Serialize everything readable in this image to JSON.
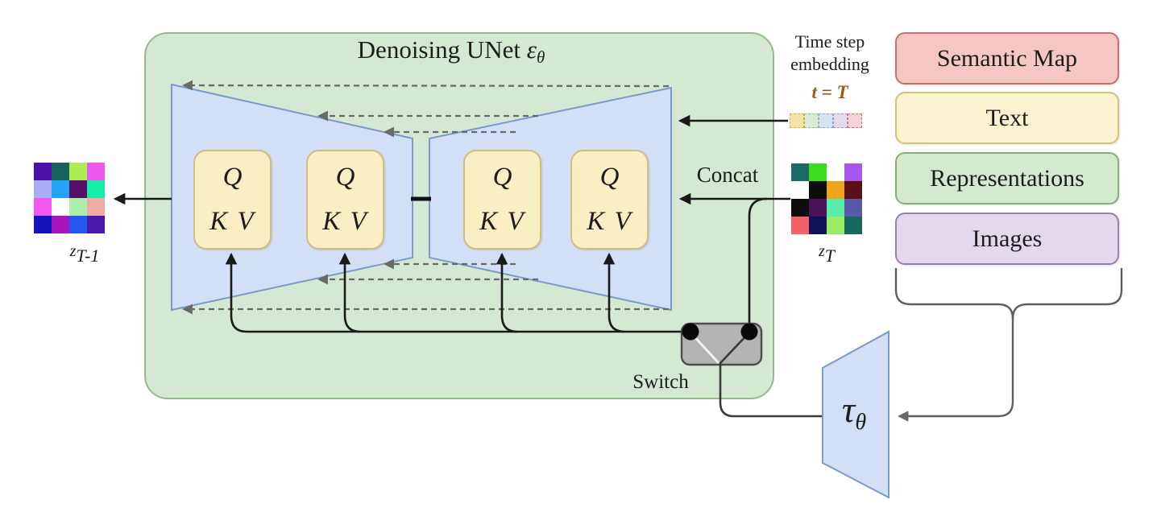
{
  "colors": {
    "green_fill": "#d5e8d4",
    "green_stroke": "#94b98c",
    "blue_fill": "#d2dff7",
    "blue_stroke": "#7d99c9",
    "yellow_fill": "#faeec4",
    "yellow_stroke": "#d2bc7e",
    "switch_fill": "#b3b3b3",
    "switch_stroke": "#4d4d4d",
    "arrow_black": "#1a1a1a",
    "arrow_gray": "#6a6a6a",
    "line_dark": "#3a3a3a",
    "brace_gray": "#5f5f5f",
    "formula_brown": "#9c5a16"
  },
  "title": {
    "main": "Denoising UNet",
    "symbol": "ε",
    "sub": "θ"
  },
  "unet": {
    "qkv_q": "Q",
    "qkv_kv": "K V",
    "concat_label": "Concat",
    "switch_label": "Switch"
  },
  "timestep": {
    "line1": "Time step",
    "line2": "embedding",
    "formula": "t = T"
  },
  "tau": {
    "symbol": "τ",
    "sub": "θ"
  },
  "latents": {
    "ztm1": {
      "base": "z",
      "sub": "T-1",
      "colors": [
        [
          "#4b11a9",
          "#17615a",
          "#abee56",
          "#ee58ee"
        ],
        [
          "#abacf6",
          "#25a2f6",
          "#561068",
          "#17eeab"
        ],
        [
          "#f158ee",
          "#ffffff",
          "#aceeab",
          "#f0aba2"
        ],
        [
          "#1414bd",
          "#a915bd",
          "#2457ee",
          "#4719ab"
        ]
      ]
    },
    "zt": {
      "base": "z",
      "sub": "T",
      "colors": [
        [
          "#1d6b66",
          "#3fdd20",
          "#ffffff",
          "#a855ee"
        ],
        [
          "#ffffff",
          "#0d0d0d",
          "#f2a31c",
          "#5a1116"
        ],
        [
          "#0d0d0d",
          "#4b1358",
          "#59eda9",
          "#5b57ab"
        ],
        [
          "#f4606a",
          "#12125c",
          "#98ec63",
          "#17695c"
        ]
      ]
    }
  },
  "strip": {
    "cells": [
      {
        "fill": "#f7e3a6",
        "border": "#e3a93c"
      },
      {
        "fill": "#d9ecd3",
        "border": "#93bd88"
      },
      {
        "fill": "#d6e3f7",
        "border": "#8fa9d8"
      },
      {
        "fill": "#e4daee",
        "border": "#a98fc9"
      },
      {
        "fill": "#f6d2d4",
        "border": "#cf7078"
      }
    ]
  },
  "legend": {
    "items": [
      {
        "label": "Semantic Map",
        "fill": "#f5c6c4",
        "border": "#c9706c"
      },
      {
        "label": "Text",
        "fill": "#fbf2cf",
        "border": "#d9bf77"
      },
      {
        "label": "Representations",
        "fill": "#d5e8d0",
        "border": "#85ae79"
      },
      {
        "label": "Images",
        "fill": "#e3d9eb",
        "border": "#9a7cb8"
      }
    ]
  }
}
